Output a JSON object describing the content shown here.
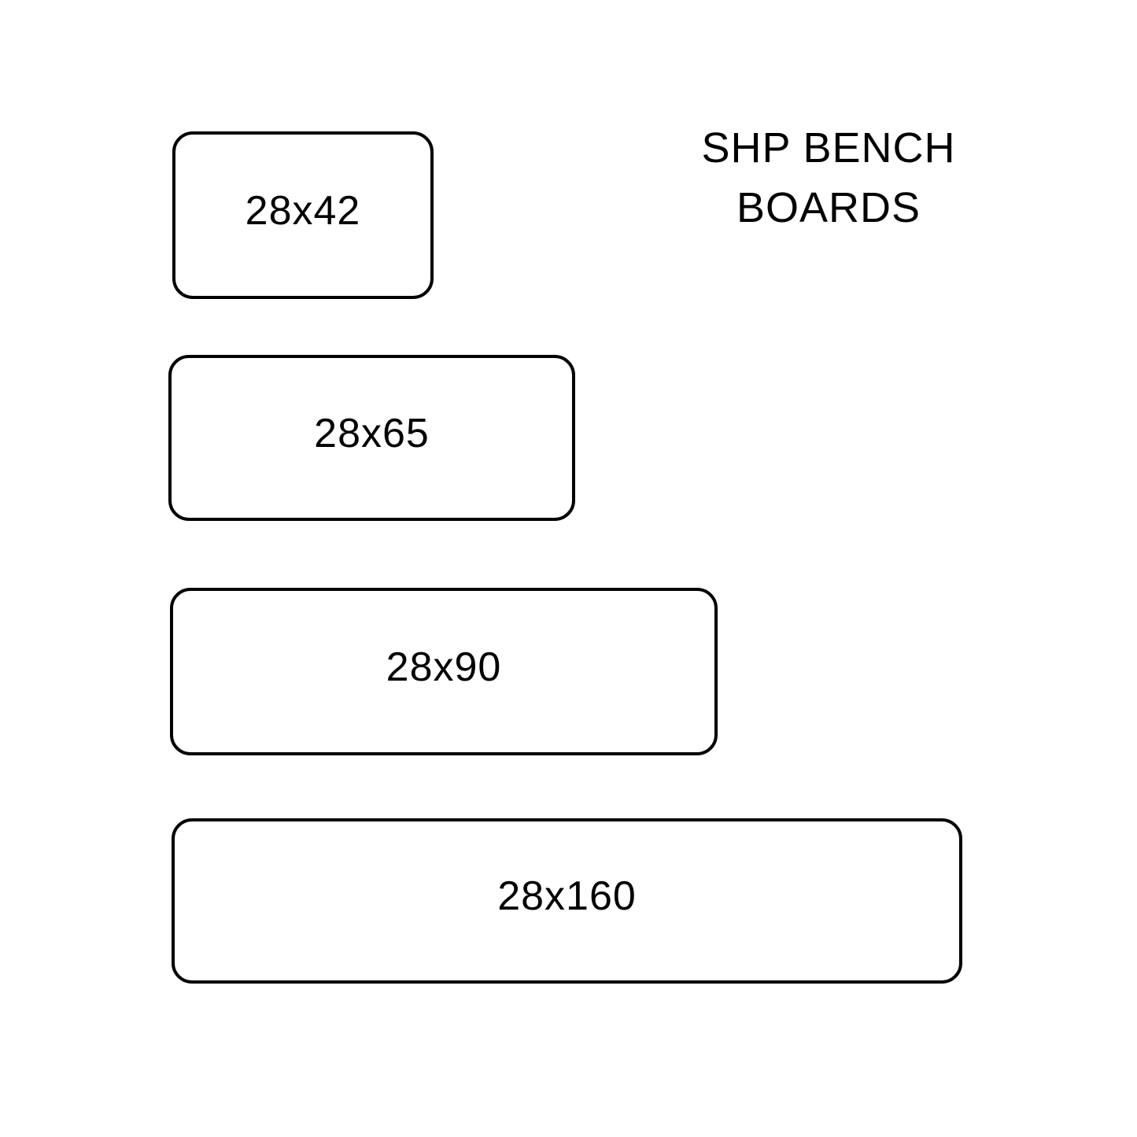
{
  "title": "SHP BENCH BOARDS",
  "boards": [
    {
      "label": "28x42"
    },
    {
      "label": "28x65"
    },
    {
      "label": "28x90"
    },
    {
      "label": "28x160"
    }
  ],
  "colors": {
    "outline": "#000000",
    "text": "#000000",
    "background": "#ffffff"
  }
}
